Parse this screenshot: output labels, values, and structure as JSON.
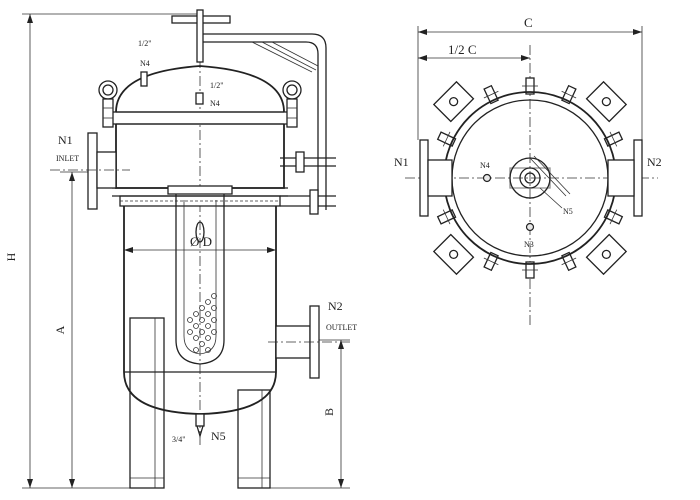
{
  "side_view": {
    "dimensions": {
      "height_total": "H",
      "height_inlet": "A",
      "height_outlet": "B",
      "diameter": "Ø D"
    },
    "inlet": {
      "nozzle": "N1",
      "label": "INLET"
    },
    "outlet": {
      "nozzle": "N2",
      "label": "OUTLET"
    },
    "top_vent": {
      "nozzle": "N4",
      "size": "1/2\""
    },
    "lid_vent": {
      "nozzle": "N4",
      "size": "1/2\""
    },
    "drain": {
      "nozzle": "N5",
      "size": "3/4\""
    }
  },
  "top_view": {
    "dimensions": {
      "width": "C",
      "half_width": "1/2 C"
    },
    "nozzles": {
      "inlet": "N1",
      "outlet": "N2",
      "bottom": "N3",
      "vent": "N4",
      "drain": "N5"
    }
  }
}
